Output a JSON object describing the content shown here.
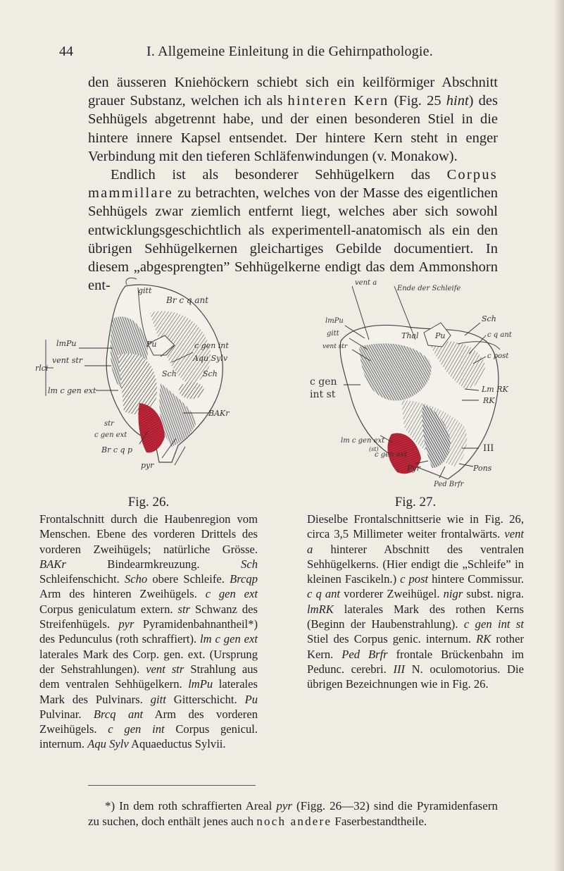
{
  "header": {
    "page_number": "44",
    "running_title": "I. Allgemeine Einleitung in die Gehirnpathologie."
  },
  "body": {
    "p1": {
      "a": "den äusseren Kniehöckern schiebt sich ein keilförmiger Abschnitt grauer Substanz, welchen ich als ",
      "b": "hinteren Kern",
      "c": " (Fig. 25 ",
      "d": "hint",
      "e": ") des Sehhügels abgetrennt habe, und der einen besonderen Stiel in die hintere innere Kapsel entsendet. Der hintere Kern steht in enger Verbindung mit den tieferen Schläfenwindungen (v. Monakow)."
    },
    "p2": {
      "a": "Endlich ist als besonderer Sehhügelkern das ",
      "b": "Corpus mammillare",
      "c": " zu betrachten, welches von der Masse des eigentlichen Sehhügels zwar ziemlich entfernt liegt, welches aber sich sowohl entwicklungsgeschichtlich als experimentell-anatomisch als ein den übrigen Sehhügelkernen gleichartiges Gebilde documentiert. In diesem „abgesprengten” Sehhügelkerne endigt das dem Ammonshorn ent-"
    }
  },
  "fig26": {
    "margin_label": "rlci",
    "labels": {
      "gitt": "gitt",
      "brcq_ant": "Br c q ant",
      "lmpu": "lmPu",
      "vent_str": "vent str",
      "pu": "Pu",
      "c_gen_int": "c gen int",
      "aqu_sylv": "Aqu Sylv",
      "sch_mid": "Sch",
      "sch_right": "Sch",
      "lm_c_gen_ext": "lm c gen ext",
      "str": "str",
      "c_gen_ext": "c gen ext",
      "bakr": "BAKr",
      "brcqp": "Br c q p",
      "pyr": "pyr"
    },
    "number": "Fig. 26.",
    "caption": [
      {
        "t": "Frontalschnitt durch die Haubenregion vom Menschen. Ebene des vorderen Drittels des vorderen Zweihügels; natürliche Grösse. "
      },
      {
        "i": "BAKr"
      },
      {
        "t": " Bindearmkreuzung. "
      },
      {
        "i": "Sch"
      },
      {
        "t": " Schleifenschicht. "
      },
      {
        "i": "Scho"
      },
      {
        "t": " obere Schleife. "
      },
      {
        "i": "Brcqp"
      },
      {
        "t": " Arm des hinteren Zweihügels. "
      },
      {
        "i": "c gen ext"
      },
      {
        "t": " Corpus geniculatum extern. "
      },
      {
        "i": "str"
      },
      {
        "t": " Schwanz des Streifenhügels. "
      },
      {
        "i": "pyr"
      },
      {
        "t": " Pyramidenbahnantheil*) des Pedunculus (roth schraffiert). "
      },
      {
        "i": "lm c gen ext"
      },
      {
        "t": " laterales Mark des Corp. gen. ext. (Ursprung der Sehstrahlungen). "
      },
      {
        "i": "vent str"
      },
      {
        "t": " Strahlung aus dem ventralen Sehhügelkern. "
      },
      {
        "i": "lmPu"
      },
      {
        "t": " laterales Mark des Pulvinars. "
      },
      {
        "i": "gitt"
      },
      {
        "t": " Gitterschicht. "
      },
      {
        "i": "Pu"
      },
      {
        "t": " Pulvinar. "
      },
      {
        "i": "Brcq ant"
      },
      {
        "t": " Arm des vorderen Zweihügels. "
      },
      {
        "i": "c gen int"
      },
      {
        "t": " Corpus genicul. internum. "
      },
      {
        "i": "Aqu Sylv"
      },
      {
        "t": " Aquaeductus Sylvii."
      }
    ]
  },
  "fig27": {
    "labels": {
      "vent_a": "vent a",
      "ende_schleife": "Ende der Schleife",
      "lmpu": "lmPu",
      "gitt": "gitt",
      "vent_str": "vent str",
      "thal": "Thal",
      "pu": "Pu",
      "sch": "Sch",
      "c_q_ant": "c q ant",
      "c_post": "c post",
      "c_gen": "c gen",
      "int_st": "int st",
      "lm_rk": "Lm RK",
      "rk": "RK",
      "iii": "III",
      "lm_c_gen_ext": "lm c gen ext",
      "st": "(st)",
      "c_gen_ext": "c gen ext",
      "pyr": "Pyr",
      "pons": "Pons",
      "ped_brfr": "Ped Brfr"
    },
    "number": "Fig. 27.",
    "caption": [
      {
        "t": "Dieselbe Frontalschnittserie wie in Fig. 26, circa 3,5 Millimeter weiter frontalwärts. "
      },
      {
        "i": "vent a"
      },
      {
        "t": " hinterer Abschnitt des ventralen Sehhügelkerns. (Hier endigt die „Schleife” in kleinen Fascikeln.) "
      },
      {
        "i": "c post"
      },
      {
        "t": " hintere Commissur. "
      },
      {
        "i": "c q ant"
      },
      {
        "t": " vorderer Zweihügel. "
      },
      {
        "i": "nigr"
      },
      {
        "t": " subst. nigra. "
      },
      {
        "i": "lmRK"
      },
      {
        "t": " laterales Mark des rothen Kerns (Beginn der Haubenstrahlung). "
      },
      {
        "i": "c gen int st"
      },
      {
        "t": " Stiel des Corpus genic. internum. "
      },
      {
        "i": "RK"
      },
      {
        "t": " rother Kern. "
      },
      {
        "i": "Ped Brfr"
      },
      {
        "t": " frontale Brückenbahn im Pedunc. cerebri. "
      },
      {
        "i": "III"
      },
      {
        "t": " N. oculomotorius. Die übrigen Bezeichnungen wie in Fig. 26."
      }
    ]
  },
  "footnote": {
    "a": "*) In dem roth schraffierten Areal ",
    "b": "pyr",
    "c": " (Figg. 26—32) sind die Pyramidenfasern zu suchen, doch enthält jenes auch ",
    "d": "noch andere",
    "e": " Faserbestandtheile."
  },
  "colors": {
    "paper": "#efece4",
    "ink": "#222222",
    "pyramid_red": "#c0273a"
  }
}
